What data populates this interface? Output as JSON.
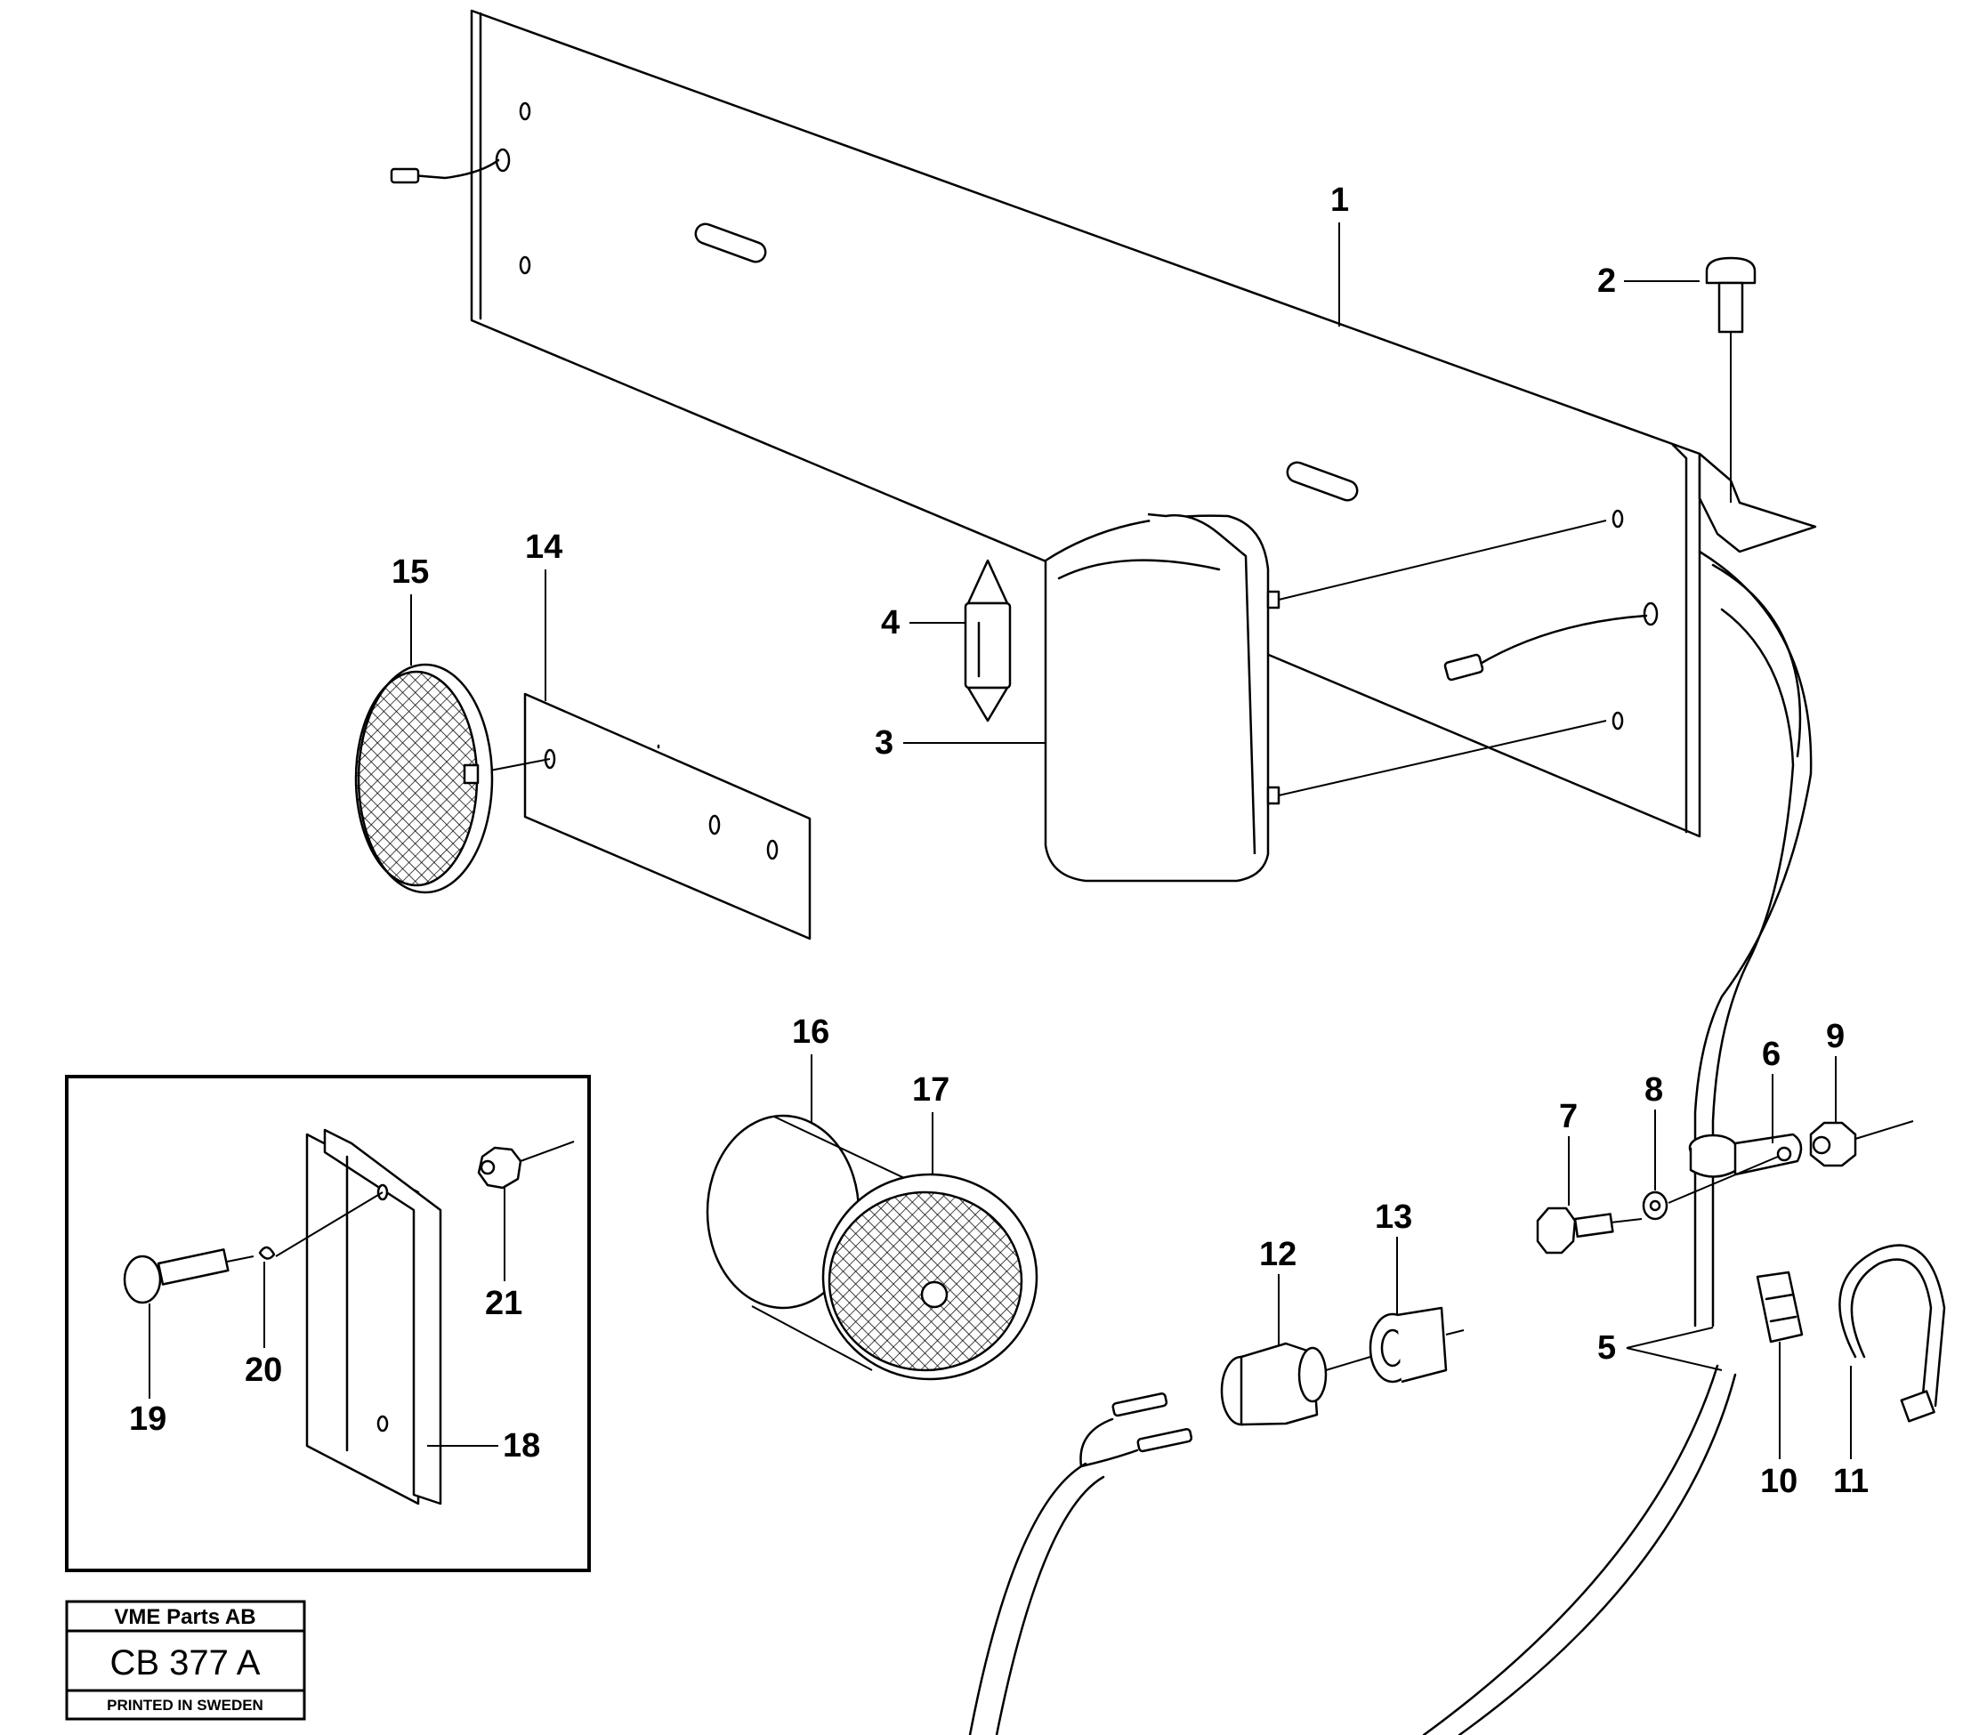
{
  "diagram": {
    "part_numbers": [
      "1",
      "2",
      "3",
      "4",
      "5",
      "6",
      "7",
      "8",
      "9",
      "10",
      "11",
      "12",
      "13",
      "14",
      "15",
      "16",
      "17",
      "18",
      "19",
      "20",
      "21"
    ]
  },
  "stamp": {
    "title": "VME Parts AB",
    "code": "CB 377 A",
    "footer": "PRINTED IN SWEDEN"
  }
}
